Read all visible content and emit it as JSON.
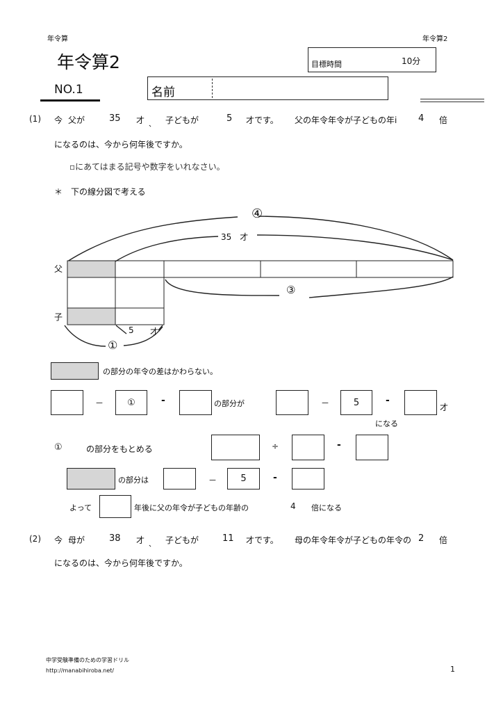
{
  "header": {
    "top_left": "年令算",
    "top_right": "年令算2",
    "title": "年令算2",
    "target_time_label": "目標時間",
    "target_time_value": "10分",
    "drill_no": "NO.1",
    "name_label": "名前"
  },
  "problem1": {
    "num": "(1)",
    "line1": [
      "今",
      "父が",
      "35",
      "才",
      "、",
      "子どもが",
      "5",
      "才です。",
      "父の年令年令が子どもの年i",
      "4",
      "倍"
    ],
    "line2": "になるのは、今から何年後ですか。",
    "instruction": "▫にあてはまる記号や数字をいれなさい。",
    "hint": "＊　下の線分図で考える"
  },
  "diagram": {
    "label_4": "④",
    "label_35": "35　才",
    "label_father": "父",
    "label_child": "子",
    "label_3": "③",
    "label_5": "5",
    "label_sai": "才",
    "label_1": "①"
  },
  "equations": {
    "diff_text": "の部分の年令の差はかわらない。",
    "row1": {
      "minus1": "－",
      "circle1": "①",
      "minus2": "-",
      "part_label": "の部分が",
      "minus3": "－",
      "five": "5",
      "minus4": "-",
      "sai": "才",
      "naru": "になる"
    },
    "row2": {
      "circle": "①",
      "text": "の部分をもとめる",
      "div": "÷",
      "minus": "-"
    },
    "row3": {
      "text": "の部分は",
      "minus1": "－",
      "five": "5",
      "minus2": "-"
    },
    "row4": {
      "yotte": "よって",
      "text": "年後に父の年令が子どもの年齢の",
      "four": "4",
      "end": "倍になる"
    }
  },
  "problem2": {
    "num": "(2)",
    "line1": [
      "今",
      "母が",
      "38",
      "才",
      "、",
      "子どもが",
      "11",
      "才です。",
      "母の年令年令が子どもの年令の",
      "2",
      "倍"
    ],
    "line2": "になるのは、今から何年後ですか。"
  },
  "footer": {
    "line1": "中学受験準備のための学習ドリル",
    "line2": "http://manabihiroba.net/",
    "page": "1"
  }
}
